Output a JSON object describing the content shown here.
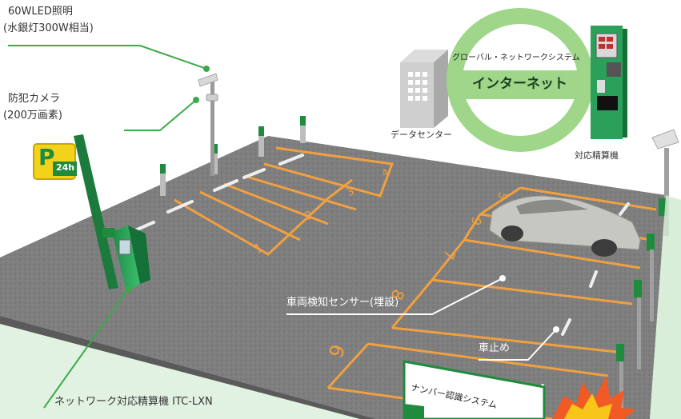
{
  "callouts": {
    "led_light_line1": "60WLED照明",
    "led_light_line2": "(水銀灯300W相当)",
    "camera_line1": "防犯カメラ",
    "camera_line2": "(200万画素)",
    "sensor": "車両検知センサー(埋設)",
    "wheel_stop": "車止め",
    "payment_machine_model": "ネットワーク対応精算機 ITC-LXN"
  },
  "network": {
    "global_system": "グローバル・ネットワークシステム",
    "internet": "インターネット",
    "data_center": "データセンター",
    "compatible_machine": "対応精算機"
  },
  "signs": {
    "parking_letter": "P",
    "parking_hours": "24h",
    "plate_recognition": "ナンバー認識システム"
  },
  "space_numbers": [
    "1",
    "2",
    "3",
    "4",
    "5",
    "6",
    "7",
    "8",
    "9"
  ],
  "colors": {
    "asphalt": "#7d7d7d",
    "parking_line": "#f0a040",
    "brand_green": "#2aa05a",
    "callout_line": "#3aaa4a",
    "ring": "#9fd68a",
    "sign_yellow": "#f2d21a",
    "alert": "#f15a24"
  }
}
